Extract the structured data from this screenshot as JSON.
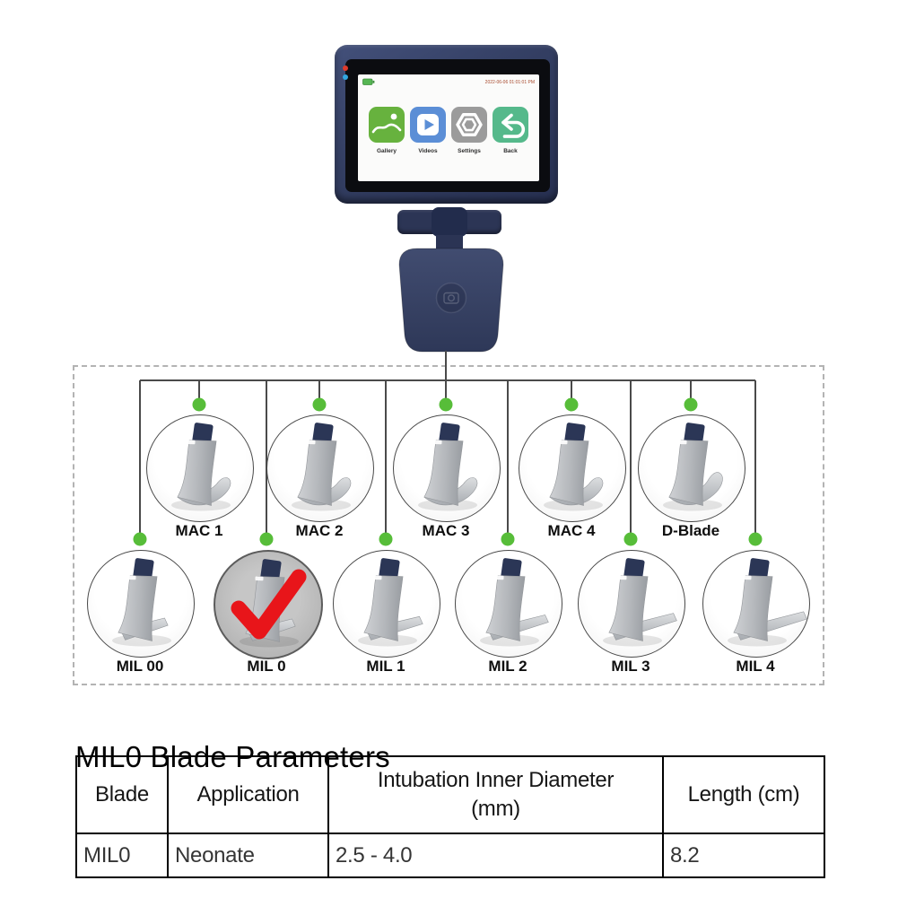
{
  "device": {
    "status_bar": {
      "battery_icon": "battery-icon",
      "timestamp": "2022-06-06 01:01:01 PM",
      "timestamp_color": "#a84a2e"
    },
    "apps": [
      {
        "label": "Gallery",
        "icon": "gallery-icon",
        "color": "#67b23e"
      },
      {
        "label": "Videos",
        "icon": "videos-icon",
        "color": "#5b8ed6"
      },
      {
        "label": "Settings",
        "icon": "settings-icon",
        "color": "#9b9b9b"
      },
      {
        "label": "Back",
        "icon": "back-icon",
        "color": "#55b98b"
      }
    ],
    "body_color": "#333e62"
  },
  "diagram": {
    "accent_green": "#57bd39",
    "line_color": "#4a4a4a",
    "check_color": "#e8151a",
    "top_row": [
      {
        "label": "MAC 1",
        "shape": "mac",
        "selected": false
      },
      {
        "label": "MAC 2",
        "shape": "mac",
        "selected": false
      },
      {
        "label": "MAC 3",
        "shape": "mac",
        "selected": false
      },
      {
        "label": "MAC 4",
        "shape": "mac",
        "selected": false
      },
      {
        "label": "D-Blade",
        "shape": "dblade",
        "selected": false
      }
    ],
    "bottom_row": [
      {
        "label": "MIL 00",
        "shape": "mil0",
        "selected": false
      },
      {
        "label": "MIL 0",
        "shape": "mil0",
        "selected": true
      },
      {
        "label": "MIL 1",
        "shape": "mil1",
        "selected": false
      },
      {
        "label": "MIL 2",
        "shape": "mil2",
        "selected": false
      },
      {
        "label": "MIL 3",
        "shape": "mil3",
        "selected": false
      },
      {
        "label": "MIL 4",
        "shape": "mil4",
        "selected": false
      }
    ]
  },
  "parameters": {
    "title": "MIL0 Blade Parameters",
    "table": {
      "headers": [
        "Blade",
        "Application",
        "Intubation Inner Diameter\n(mm)",
        "Length (cm)"
      ],
      "rows": [
        [
          "MIL0",
          "Neonate",
          "2.5 - 4.0",
          "8.2"
        ]
      ]
    }
  }
}
